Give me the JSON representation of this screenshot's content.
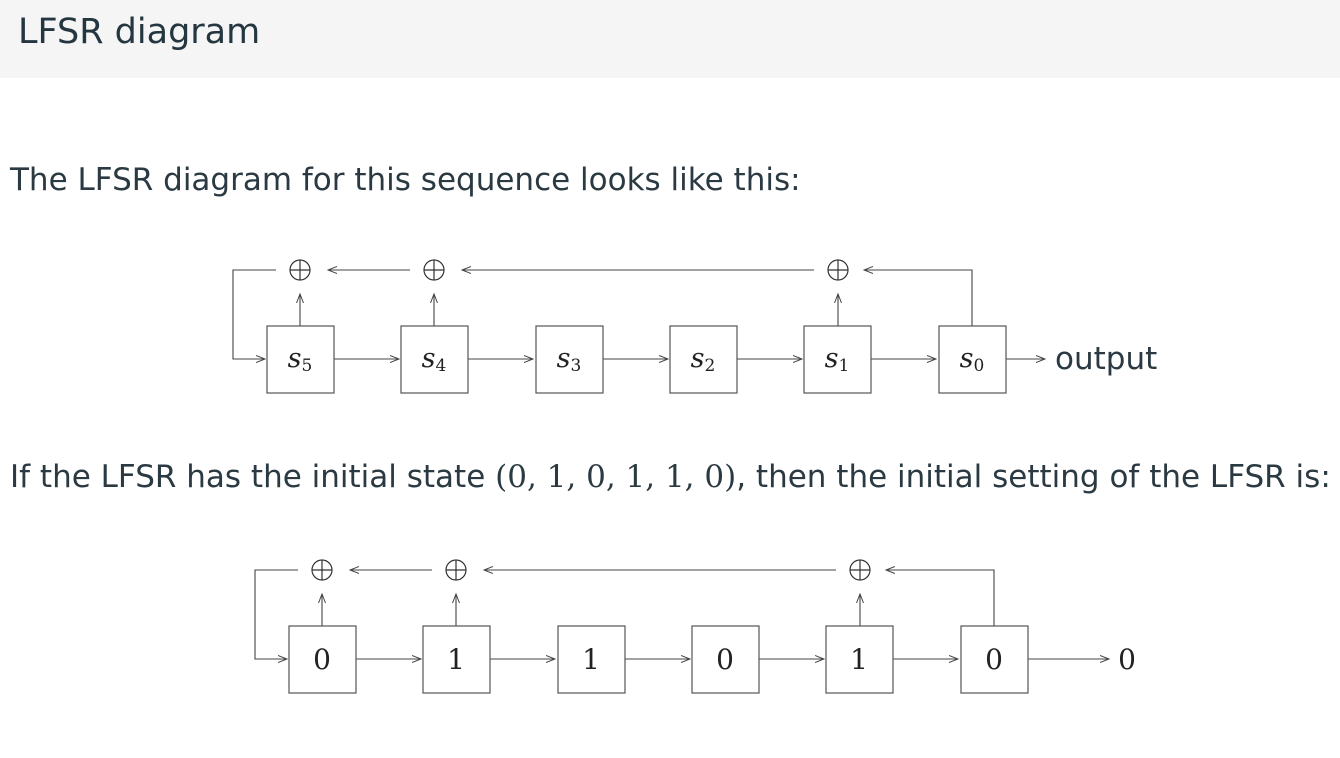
{
  "header": {
    "title": "LFSR diagram"
  },
  "intro": {
    "text": "The LFSR diagram for this sequence looks like this:"
  },
  "diagram_symbolic": {
    "cells": [
      {
        "label": "s",
        "index": "5"
      },
      {
        "label": "s",
        "index": "4"
      },
      {
        "label": "s",
        "index": "3"
      },
      {
        "label": "s",
        "index": "2"
      },
      {
        "label": "s",
        "index": "1"
      },
      {
        "label": "s",
        "index": "0"
      }
    ],
    "output_label": "output"
  },
  "initial_state_sentence": {
    "before": "If the LFSR has the initial state ",
    "state": "(0, 1, 0, 1, 1, 0)",
    "after": ", then the initial setting of the LFSR is:"
  },
  "diagram_initial": {
    "cells": [
      "0",
      "1",
      "1",
      "0",
      "1",
      "0"
    ],
    "output_value": "0"
  },
  "xor_symbol": "⊕"
}
